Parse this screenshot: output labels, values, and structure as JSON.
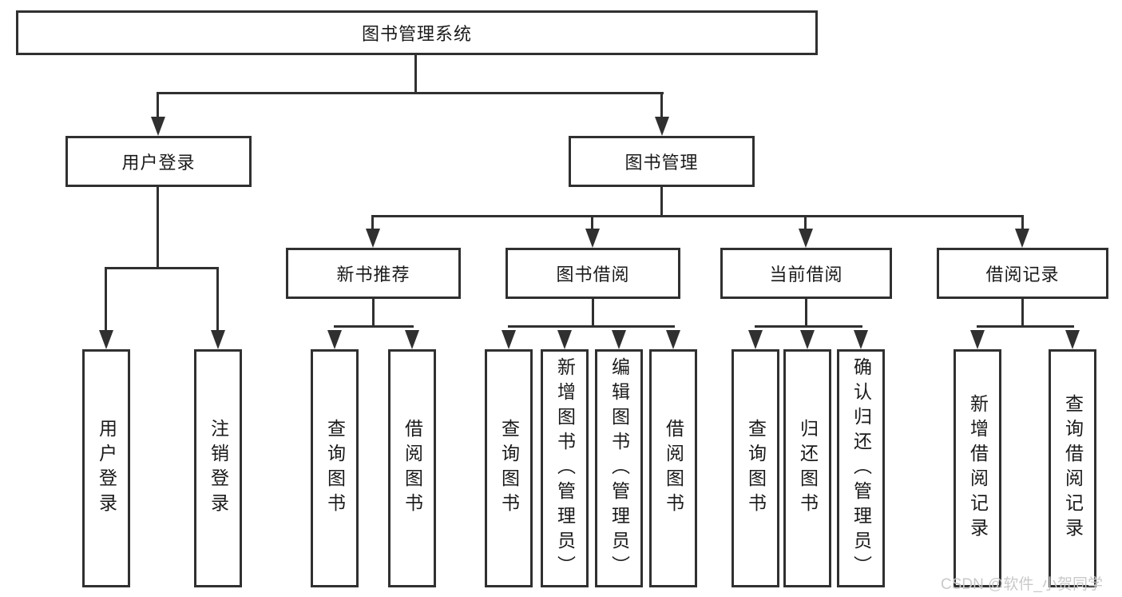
{
  "tree": {
    "root": "图书管理系统",
    "branches": [
      {
        "label": "用户登录",
        "children": [
          {
            "label": "用户登录"
          },
          {
            "label": "注销登录"
          }
        ]
      },
      {
        "label": "图书管理",
        "children": [
          {
            "label": "新书推荐",
            "children": [
              {
                "label": "查询图书"
              },
              {
                "label": "借阅图书"
              }
            ]
          },
          {
            "label": "图书借阅",
            "children": [
              {
                "label": "查询图书"
              },
              {
                "label": "新增图书（管理员）"
              },
              {
                "label": "编辑图书（管理员）"
              },
              {
                "label": "借阅图书"
              }
            ]
          },
          {
            "label": "当前借阅",
            "children": [
              {
                "label": "查询图书"
              },
              {
                "label": "归还图书"
              },
              {
                "label": "确认归还（管理员）"
              }
            ]
          },
          {
            "label": "借阅记录",
            "children": [
              {
                "label": "新增借阅记录"
              },
              {
                "label": "查询借阅记录"
              }
            ]
          }
        ]
      }
    ]
  },
  "watermark": "CSDN @软件_小贺同学",
  "colors": {
    "line": "#303030",
    "text": "#1a1a1a",
    "watermark": "#c9c9c9"
  }
}
